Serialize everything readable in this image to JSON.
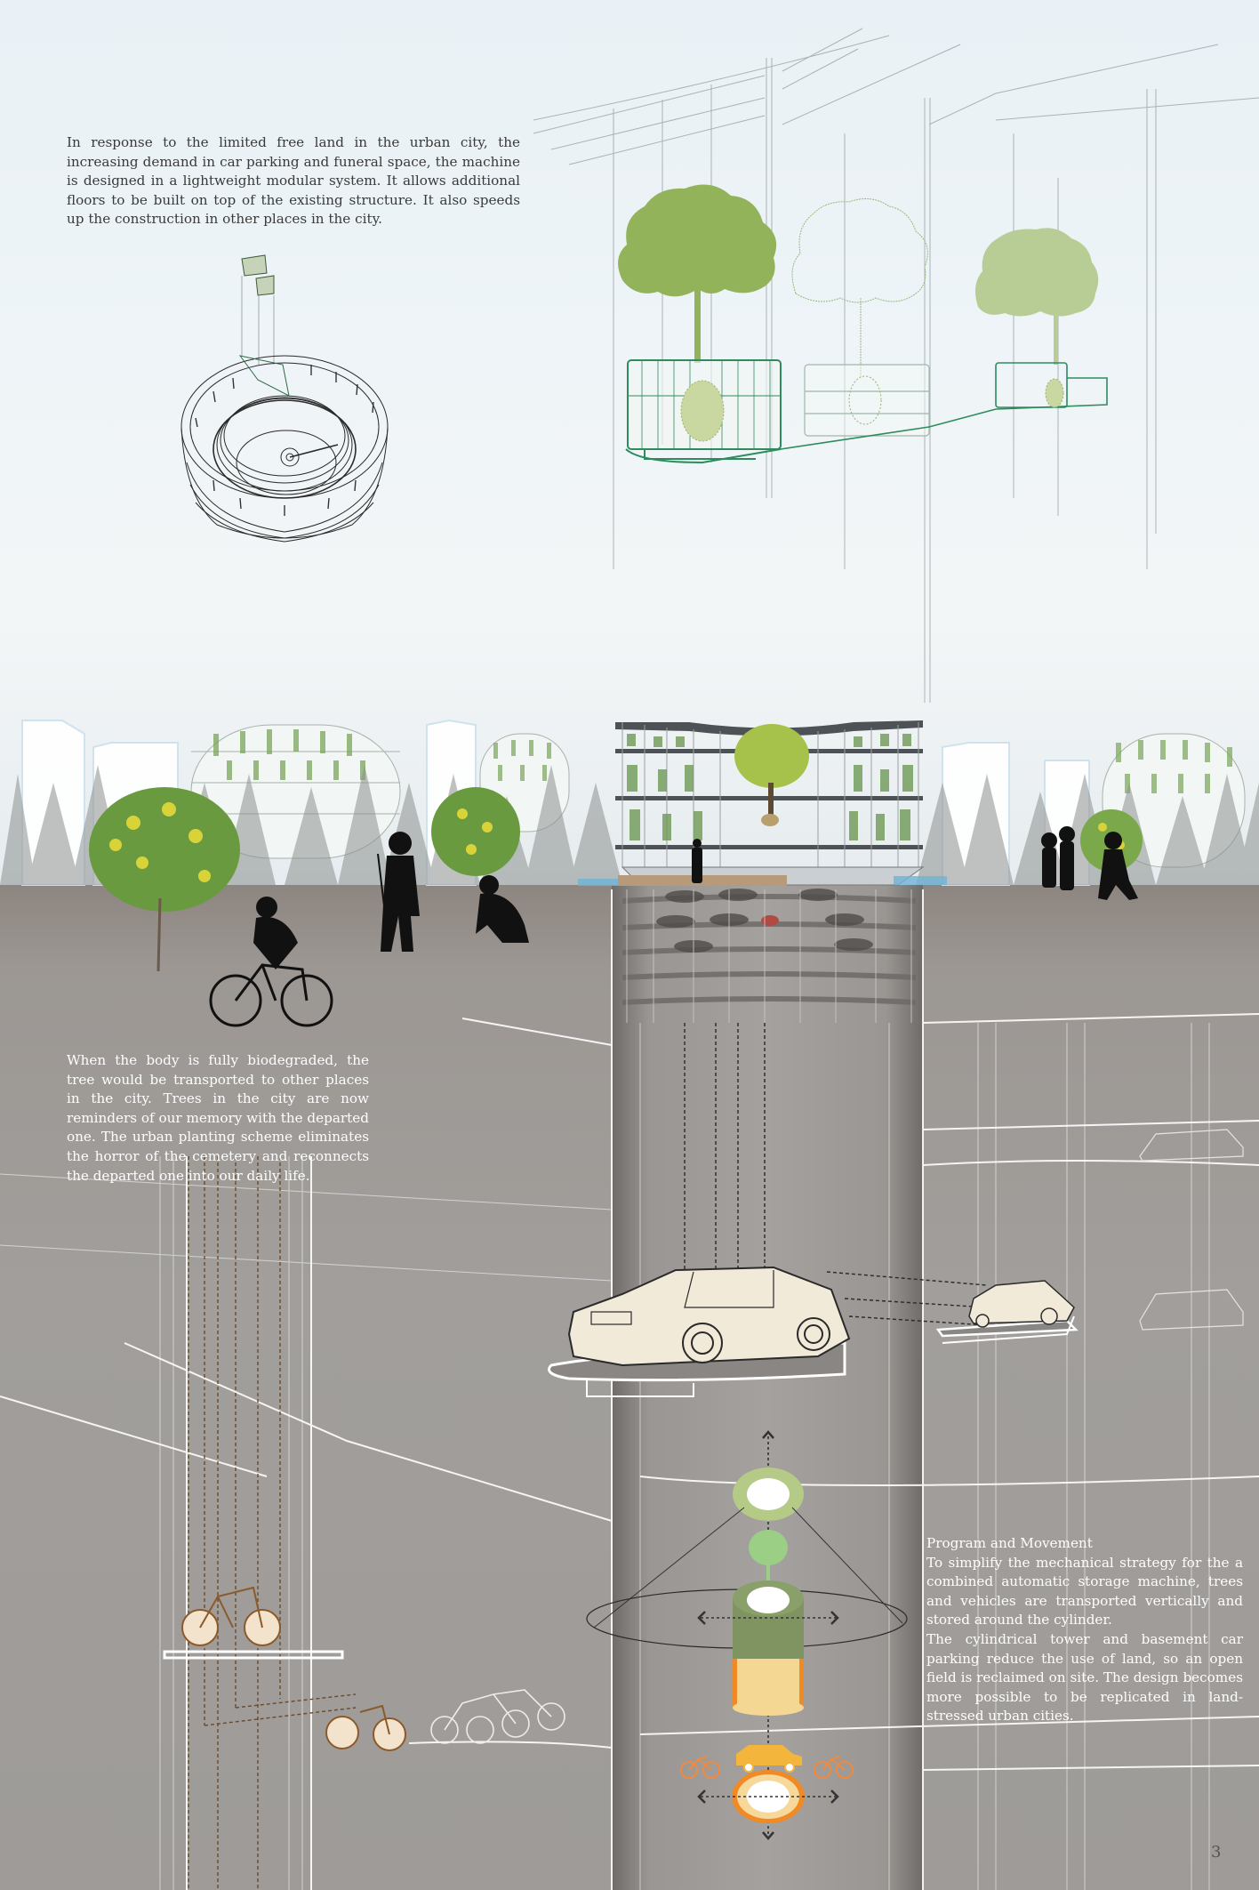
{
  "poster": {
    "page_number": "3",
    "colors": {
      "sky": "#eef4f7",
      "ground": "#9e9b98",
      "tree_green": "#8eb25a",
      "tree_light": "#b9cf95",
      "pod_outline": "#2e8b5e",
      "car_cream": "#f1ead9",
      "bike_tan": "#c98b4e",
      "accent_orange": "#f08a24",
      "accent_yellow": "#f4c35a",
      "ring_green": "#b8cc8a",
      "ring_dark_green": "#7f9460"
    }
  },
  "texts": {
    "intro": "In response to the limited free land in the urban city, the increasing demand in car parking and funeral space, the machine is designed in a lightweight modular system. It allows additional floors to be built on top of the existing structure. It also speeds up the construction in other places in the city.",
    "biodegrade": "When the body is fully biodegraded, the tree would be transported to other places in the city. Trees in the city are now reminders of our memory with the departed one. The urban planting scheme eliminates the horror of the cemetery and reconnects the departed one into our daily life.",
    "program_heading": "Program and Movement",
    "program_body_1": "To simplify the mechanical strategy for the a combined automatic storage machine, trees and vehicles are transported vertically and stored around the cylinder.",
    "program_body_2": "The cylindrical tower and basement car parking reduce the use of land, so an open field is reclaimed on site. The design becomes more possible to be replicated in land-stressed urban cities."
  },
  "illustrations": {
    "modular_cylinder": "wireframe-cylinder-axonometric",
    "burial_pods": [
      "pod-full-tree",
      "pod-outline-tree",
      "pod-light-tree"
    ],
    "skyline": "misty-city-with-green-towers",
    "figures": [
      "cyclist",
      "farmer-with-pitchfork",
      "kneeling-planter",
      "child-carrying-tree",
      "adult-with-child",
      "walking-child",
      "person-in-tower"
    ],
    "section": [
      "tower-planting-shelves",
      "underground-car-storage",
      "car-platform-large",
      "car-platform-small",
      "bike-lift",
      "bike-rack"
    ],
    "program_diagram": [
      "green-ring-top",
      "tree-icon",
      "green-cylinder",
      "yellow-cylinder",
      "car-icon",
      "bike-icon-left",
      "bike-icon-right",
      "orange-ring-bottom",
      "arrow-up",
      "arrow-down",
      "arrow-left",
      "arrow-right"
    ]
  }
}
